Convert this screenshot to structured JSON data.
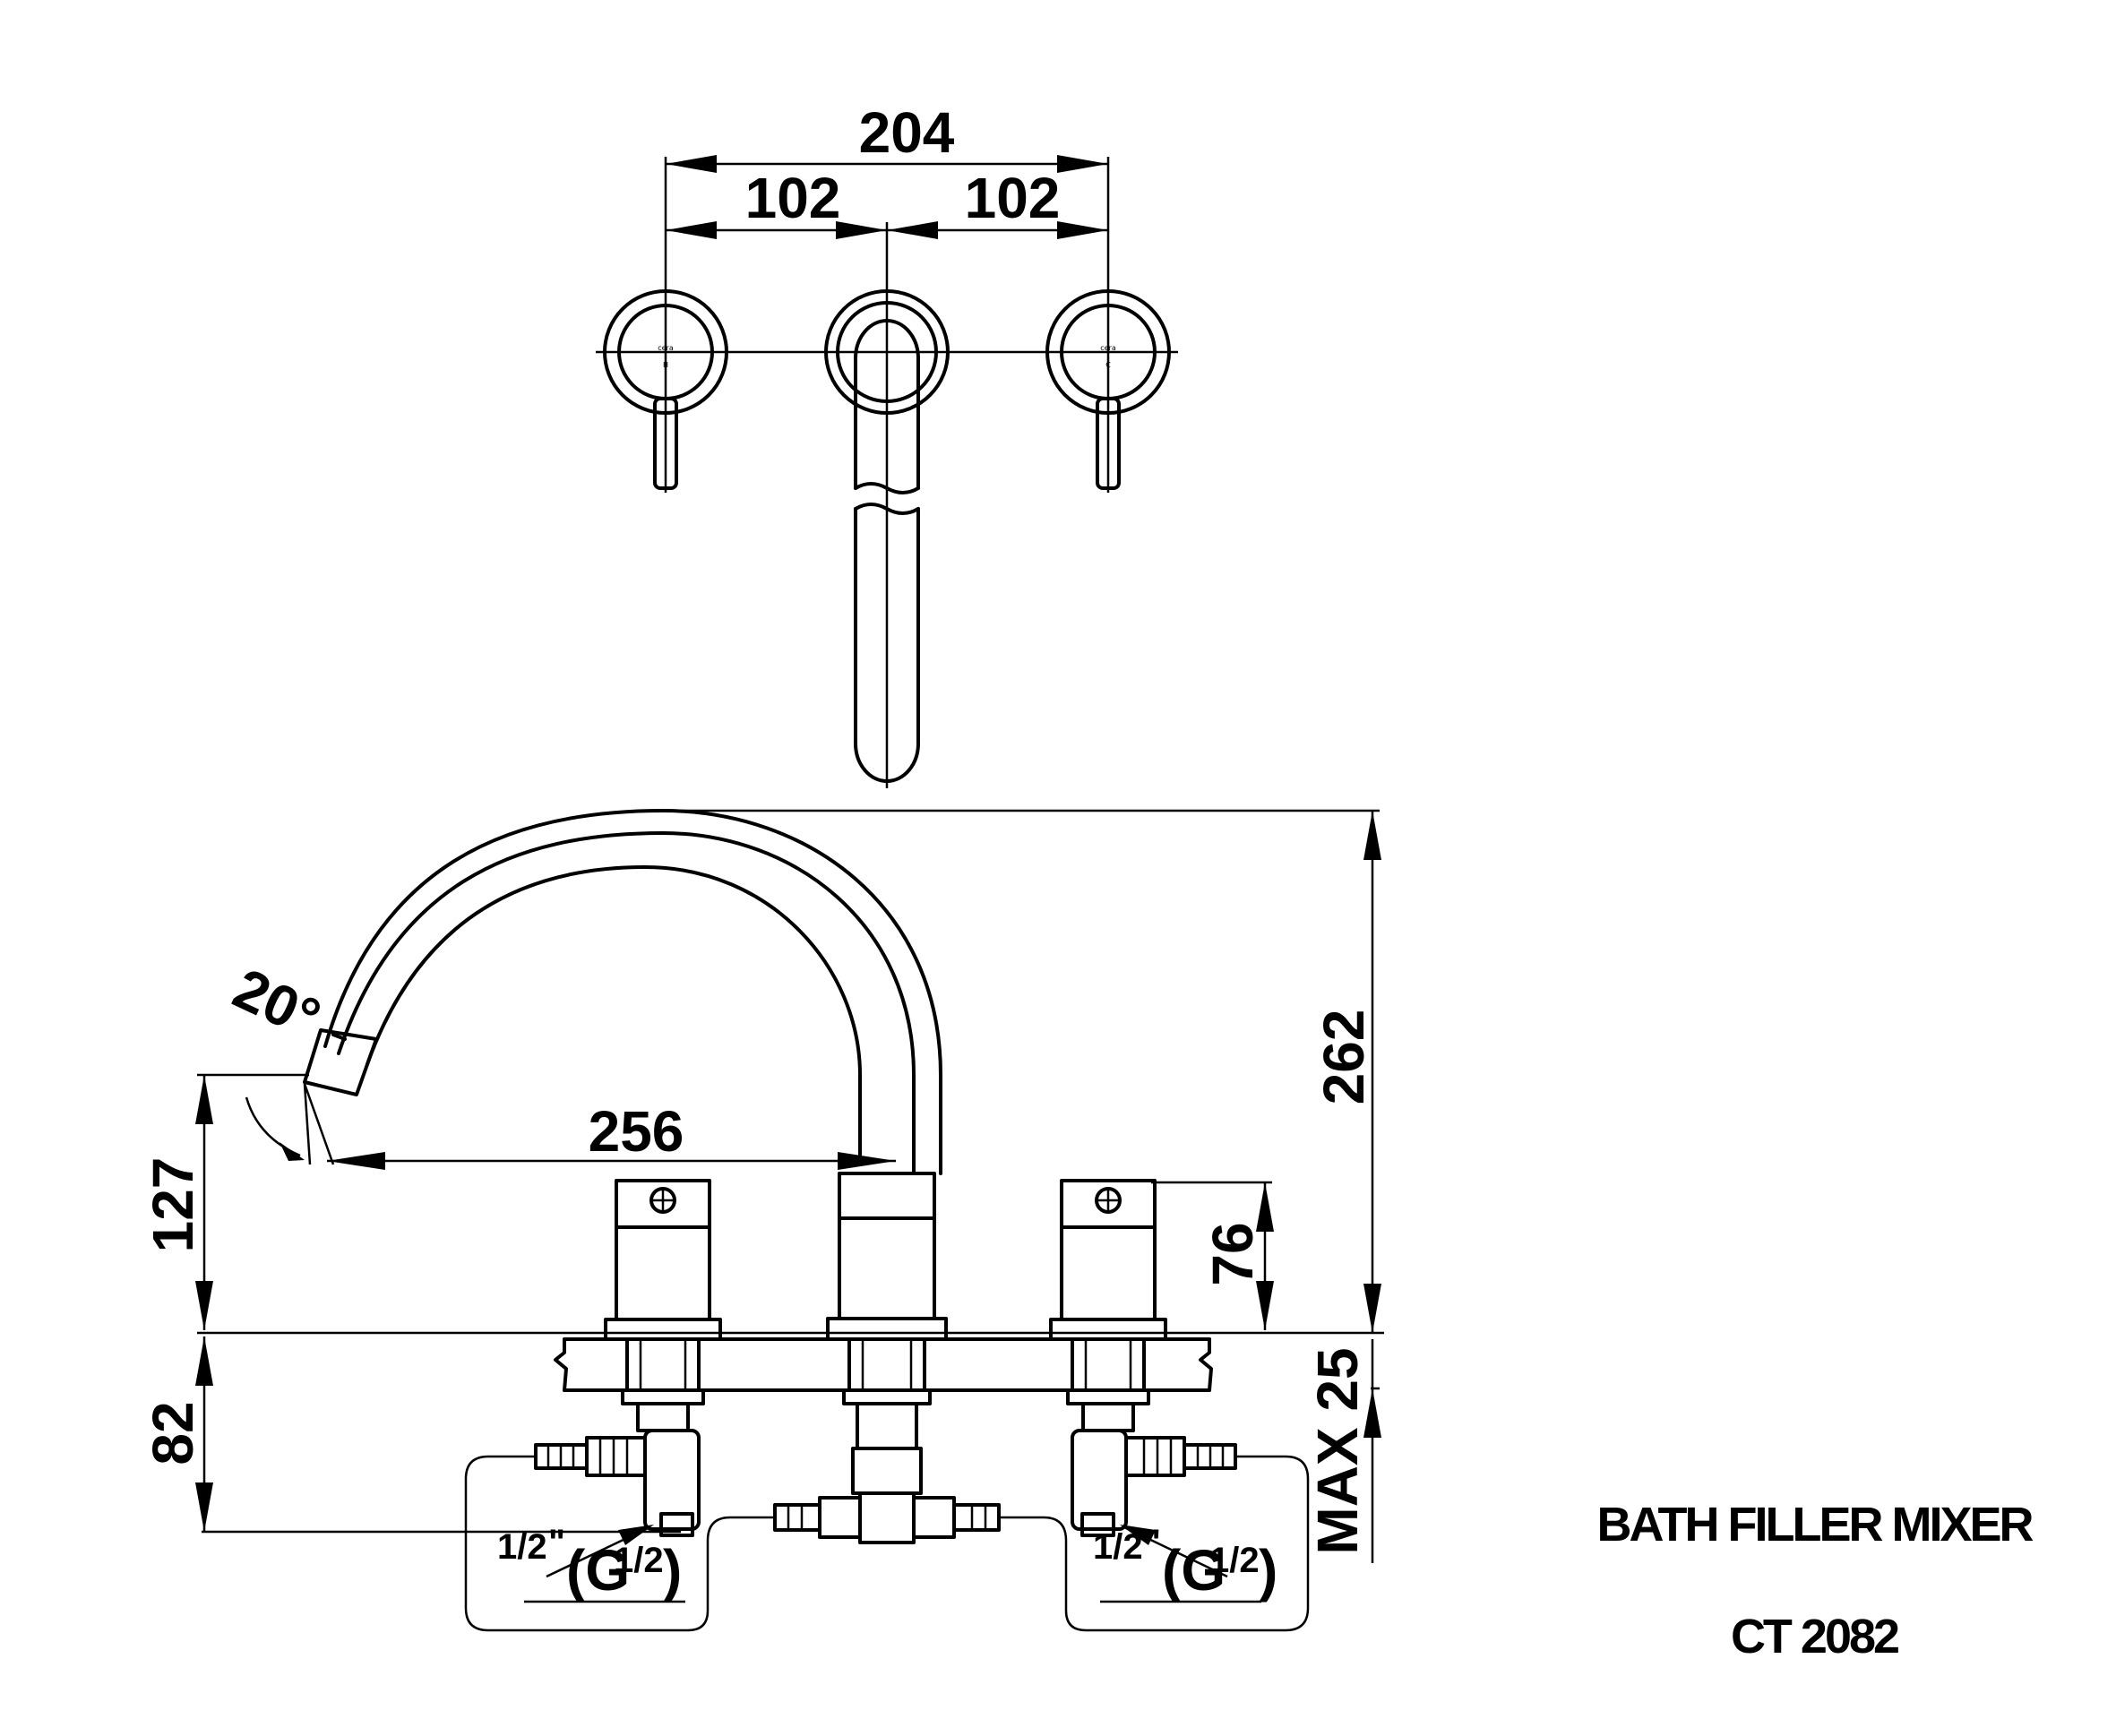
{
  "dimensions": {
    "top_overall": "204",
    "top_left_half": "102",
    "top_right_half": "102",
    "spout_height": "262",
    "spout_reach": "256",
    "spout_angle": "20°",
    "outlet_height": "127",
    "handle_height": "76",
    "below_deck": "82",
    "deck_thickness": "MAX 25"
  },
  "connections": {
    "left": {
      "size": "1/2",
      "unit": "\"",
      "thread": "(G",
      "thread_size": "1/2",
      "close": ")"
    },
    "right": {
      "size": "1/2",
      "unit": "\"",
      "thread": "(G",
      "thread_size": "1/2",
      "close": ")"
    }
  },
  "handle_labels": {
    "left_brand": "cera",
    "left_mark": "H",
    "right_brand": "cera",
    "right_mark": "C"
  },
  "product": {
    "name": "BATH FILLER MIXER",
    "code": "CT 2082"
  }
}
